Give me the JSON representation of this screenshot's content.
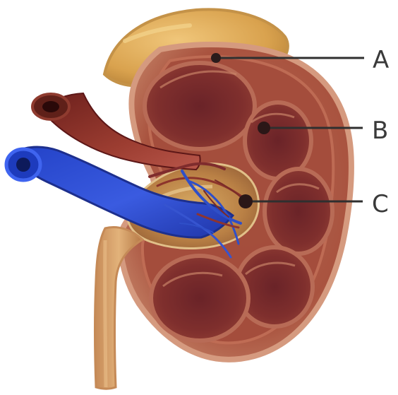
{
  "diagram": {
    "labels": {
      "a": "A",
      "b": "B",
      "c": "C"
    }
  },
  "colors": {
    "background": "#ffffff",
    "capsule": "#b75d45",
    "cortex": "#c77a5e",
    "medulla": "#7a2e2d",
    "pyramid_dark": "#5f1f25",
    "adrenal": "#ddb15b",
    "vein": "#2f4fc8",
    "artery": "#9a3a2d",
    "ureter": "#d6a36b",
    "leader_lines": "#2f2f2f",
    "labels": "#3a3a3a"
  }
}
